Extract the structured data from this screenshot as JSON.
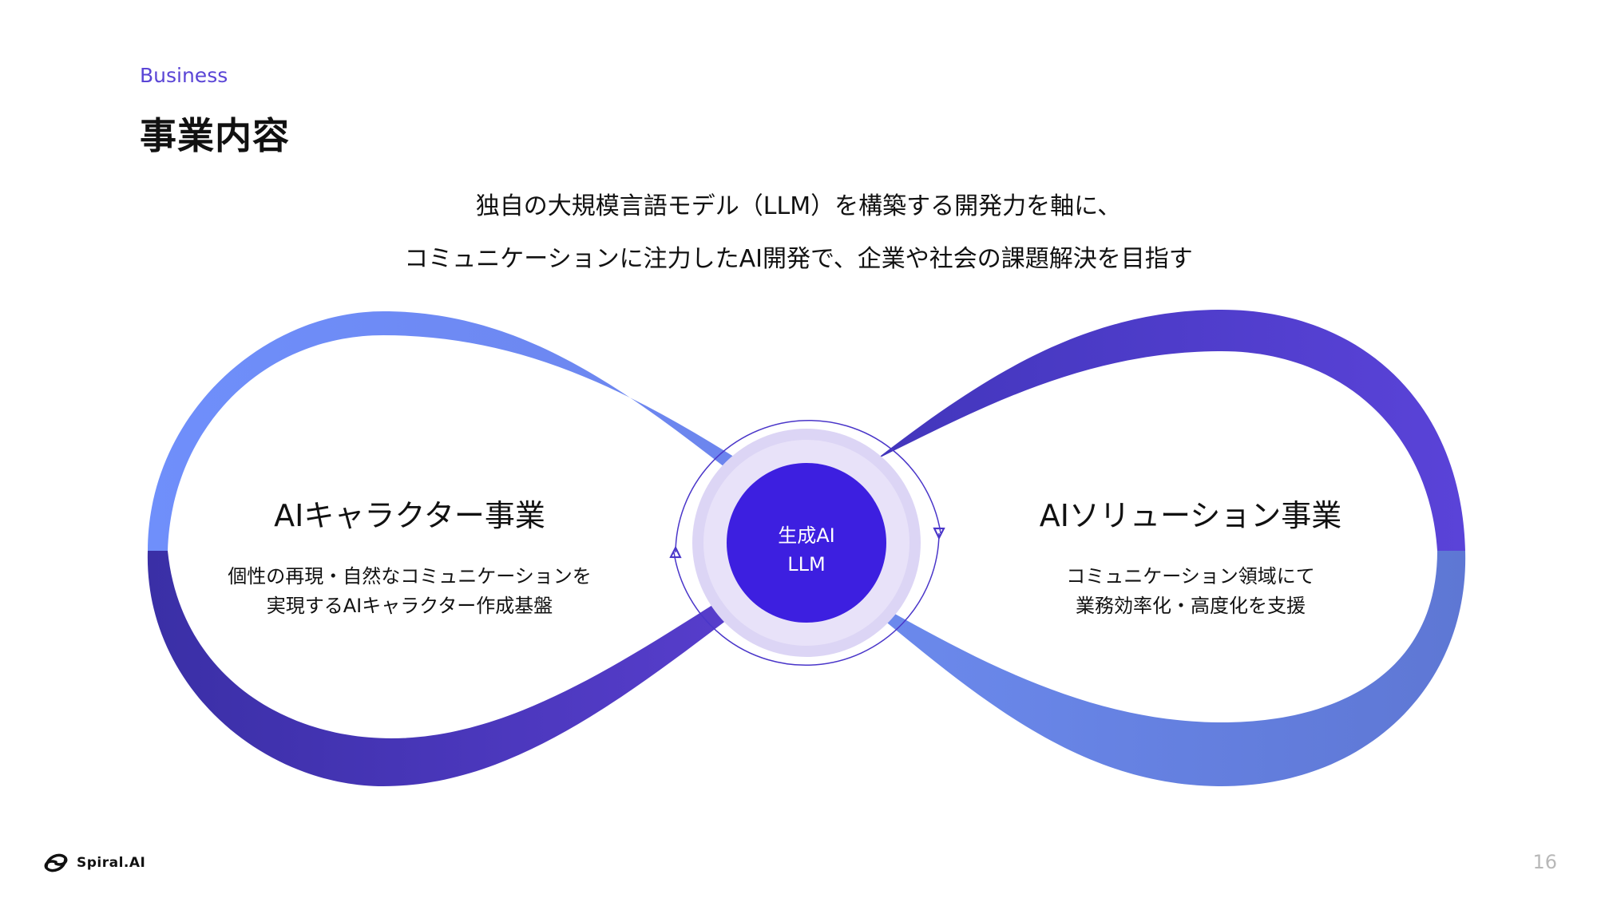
{
  "header": {
    "section_label": "Business",
    "title": "事業内容"
  },
  "lead": {
    "line1": "独自の大規模言語モデル（LLM）を構築する開発力を軸に、",
    "line2": "コミュニケーションに注力したAI開発で、企業や社会の課題解決を目指す"
  },
  "core": {
    "line1": "生成AI",
    "line2": "LLM"
  },
  "left_business": {
    "title": "AIキャラクター事業",
    "desc_line1": "個性の再現・自然なコミュニケーションを",
    "desc_line2": "実現するAIキャラクター作成基盤"
  },
  "right_business": {
    "title": "AIソリューション事業",
    "desc_line1": "コミュニケーション領域にて",
    "desc_line2": "業務効率化・高度化を支援"
  },
  "footer": {
    "logo_text": "Spiral.AI",
    "page_number": "16"
  },
  "colors": {
    "accent": "#5a45d6",
    "core": "#3d1fe0",
    "ribbon_light": "#7493fb",
    "ribbon_dark": "#3e36b3"
  }
}
